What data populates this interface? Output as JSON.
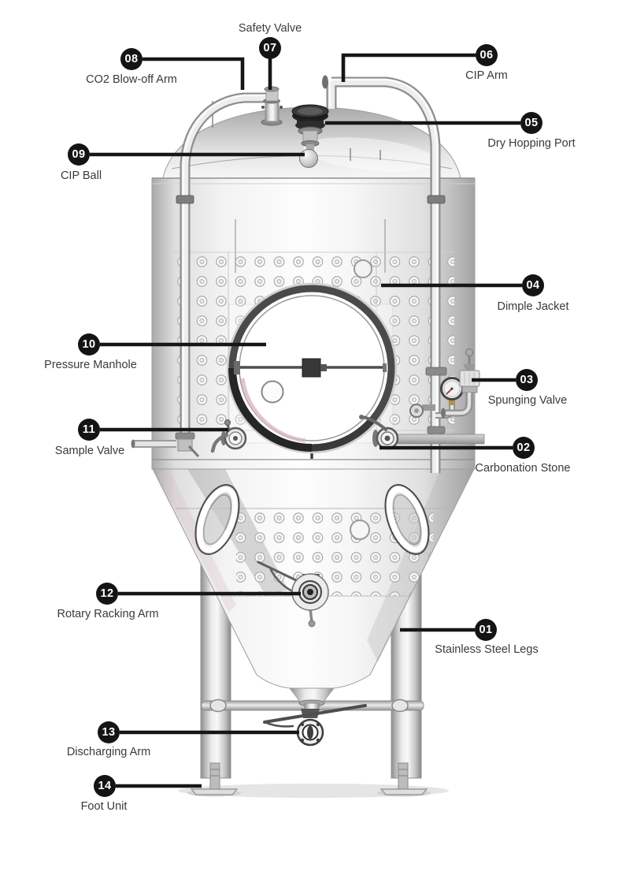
{
  "colors": {
    "background": "#ffffff",
    "badge_bg": "#141414",
    "badge_text": "#ffffff",
    "leader_line": "#161616",
    "label_text": "#3a3a3a",
    "steel_light": "#f2f2f2",
    "steel_dark": "#a8a8a8"
  },
  "callouts": [
    {
      "number": "01",
      "label": "Stainless Steel Legs"
    },
    {
      "number": "02",
      "label": "Carbonation Stone"
    },
    {
      "number": "03",
      "label": "Spunging Valve"
    },
    {
      "number": "04",
      "label": "Dimple Jacket"
    },
    {
      "number": "05",
      "label": "Dry Hopping Port"
    },
    {
      "number": "06",
      "label": "CIP Arm"
    },
    {
      "number": "07",
      "label": "Safety Valve"
    },
    {
      "number": "08",
      "label": "CO2 Blow-off Arm"
    },
    {
      "number": "09",
      "label": "CIP Ball"
    },
    {
      "number": "10",
      "label": "Pressure Manhole"
    },
    {
      "number": "11",
      "label": "Sample Valve"
    },
    {
      "number": "12",
      "label": "Rotary Racking Arm"
    },
    {
      "number": "13",
      "label": "Discharging Arm"
    },
    {
      "number": "14",
      "label": "Foot Unit"
    }
  ]
}
